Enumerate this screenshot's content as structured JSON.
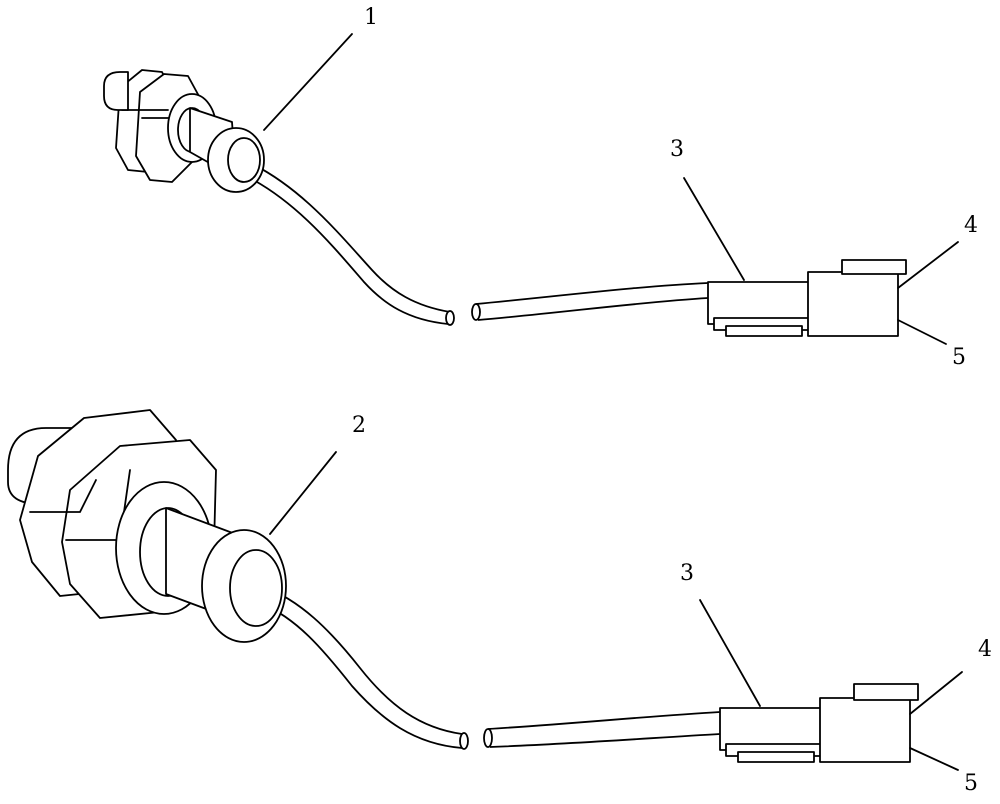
{
  "callouts": {
    "sensor_small": "1",
    "sensor_large": "2",
    "connector_body_top": "3",
    "connector_body_bottom": "3",
    "connector_latch_top": "4",
    "connector_latch_bottom": "4",
    "connector_base_top": "5",
    "connector_base_bottom": "5"
  }
}
